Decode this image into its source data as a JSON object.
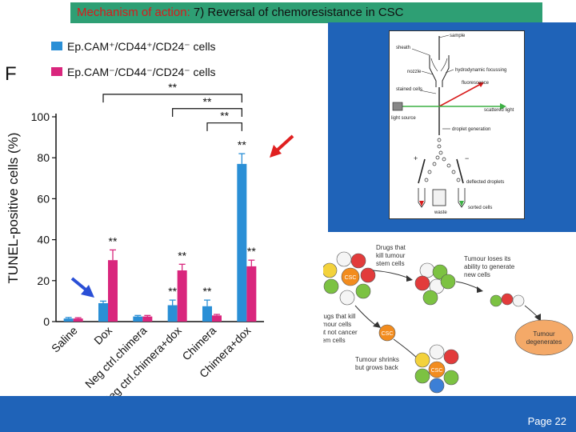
{
  "header": {
    "label": "Mechanism of action:",
    "text": "7) Reversal of chemoresistance in CSC"
  },
  "chart_data": {
    "type": "bar",
    "panel_label": "F",
    "ylabel": "TUNEL-positive cells (%)",
    "ylim": [
      0,
      100
    ],
    "yticks": [
      "0",
      "20",
      "40",
      "60",
      "80",
      "100"
    ],
    "categories": [
      "Saline",
      "Dox",
      "Neg ctrl.chimera",
      "Neg ctrl.chimera+dox",
      "Chimera",
      "Chimera+dox"
    ],
    "series": [
      {
        "name": "Ep.CAM⁺/CD44⁺/CD24⁻ cells",
        "color": "#2a8fd6",
        "values": [
          1.5,
          9,
          2.5,
          8,
          7.5,
          77
        ],
        "errors": [
          0.5,
          1,
          0.5,
          2.5,
          3,
          5
        ],
        "annotations": [
          "",
          "",
          "",
          "**",
          "**",
          "**"
        ]
      },
      {
        "name": "Ep.CAM⁻/CD44⁻/CD24⁻ cells",
        "color": "#d9267d",
        "values": [
          1.5,
          30,
          2.5,
          25,
          3,
          27
        ],
        "errors": [
          0.4,
          5,
          0.5,
          3,
          0.5,
          3
        ],
        "annotations": [
          "",
          "**",
          "",
          "**",
          "",
          "**"
        ]
      }
    ],
    "brackets": [
      "**",
      "**",
      "**"
    ]
  },
  "flow_diagram": {
    "labels": [
      "sample",
      "sheath",
      "nozzle",
      "hydrodynamic focussing",
      "stained cells",
      "fluorescence",
      "scattered light",
      "light source",
      "droplet generation",
      "+",
      "−",
      "deflected droplets",
      "waste",
      "sorted cells"
    ],
    "colors": {
      "droplet_orange": "#f2a43a",
      "green": "#3cb043",
      "red": "#d81b1b"
    }
  },
  "csc_diagram": {
    "labels": [
      "Drugs that kill tumour stem cells",
      "Tumour loses its ability to generate new cells",
      "Drugs that kill tumour cells but not cancer stem cells",
      "Tumour shrinks but grows back",
      "Tumour degenerates",
      "CSC"
    ],
    "colors": {
      "csc": "#f28c1e",
      "cell_red": "#e23b3b",
      "cell_green": "#7cc242",
      "cell_white": "#f5f5f5",
      "cell_yellow": "#f3d23c",
      "cell_blue": "#3c7fd6",
      "degenerate": "#f4a968"
    }
  },
  "footer": {
    "page": "Page  22"
  },
  "colors": {
    "slide_blue": "#1f63b8",
    "header_green": "#2e9f74",
    "bar_blue": "#2a8fd6",
    "bar_magenta": "#d9267d",
    "arrow_red": "#e02020",
    "arrow_blue": "#2a4fd6"
  }
}
